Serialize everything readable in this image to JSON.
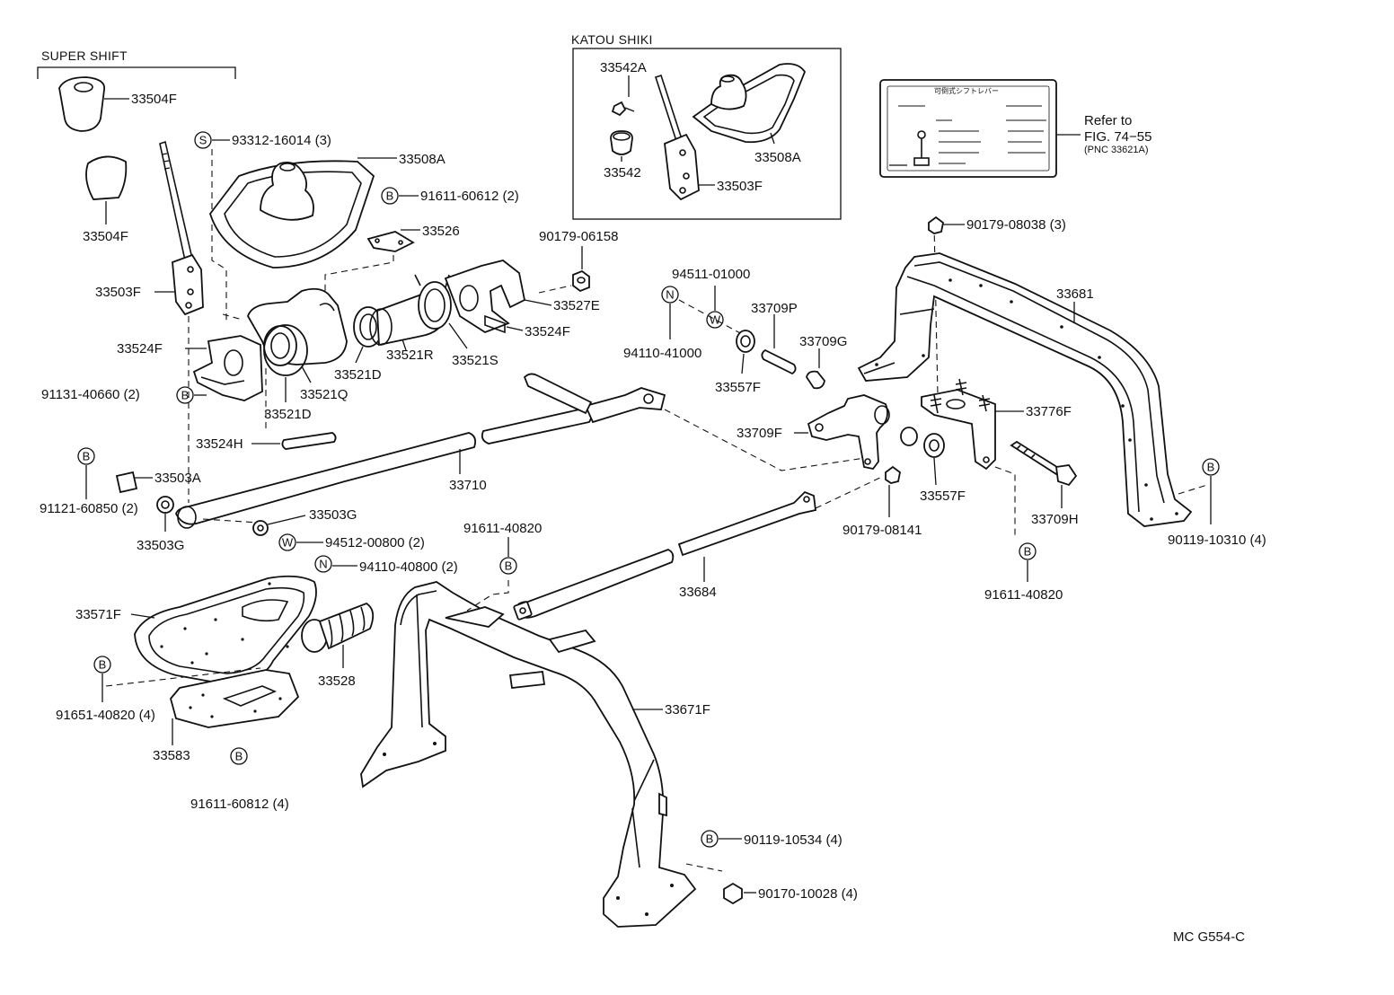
{
  "sections": {
    "super_shift": "SUPER SHIFT",
    "katou_shiki": "KATOU SHIKI"
  },
  "refer": {
    "line1": "Refer to",
    "line2": "FIG. 74−55",
    "line3": "(PNC 33621A)"
  },
  "label_plate_title": "可倒式シフトレバー",
  "diagram_code": "MC G554-C",
  "symbols": {
    "b": "B",
    "s": "S",
    "n": "N",
    "w": "W"
  },
  "parts": {
    "p33504F_a": "33504F",
    "p33504F_b": "33504F",
    "p93312": "93312-16014 (3)",
    "p33508A": "33508A",
    "p91611_60612": "91611-60612 (2)",
    "p33526": "33526",
    "p33503F": "33503F",
    "p33524F_l": "33524F",
    "p91131": "91131-40660 (2)",
    "p33521D_a": "33521D",
    "p33521Q": "33521Q",
    "p33521D_b": "33521D",
    "p33521R": "33521R",
    "p33521S": "33521S",
    "p33524F_r": "33524F",
    "p33527E": "33527E",
    "p90179_06158": "90179-06158",
    "p33524H": "33524H",
    "p33503A": "33503A",
    "p91121": "91121-60850 (2)",
    "p33710": "33710",
    "p33503G_a": "33503G",
    "p33503G_b": "33503G",
    "p94512": "94512-00800 (2)",
    "p94110_40800": "94110-40800 (2)",
    "p91611_40820_a": "91611-40820",
    "p33571F": "33571F",
    "p33528": "33528",
    "p91651": "91651-40820 (4)",
    "p33583": "33583",
    "p91611_60812": "91611-60812 (4)",
    "p33684": "33684",
    "p33671F": "33671F",
    "p90119_10534": "90119-10534 (4)",
    "p90170": "90170-10028 (4)",
    "p33542A": "33542A",
    "p33542": "33542",
    "p33503F_k": "33503F",
    "p33508A_k": "33508A",
    "p94511": "94511-01000",
    "p94110_41000": "94110-41000",
    "p33709P": "33709P",
    "p33709G": "33709G",
    "p33557F_a": "33557F",
    "p33709F": "33709F",
    "p33557F_b": "33557F",
    "p90179_08141": "90179-08141",
    "p33776F": "33776F",
    "p33709H": "33709H",
    "p91611_40820_b": "91611-40820",
    "p90179_08038": "90179-08038 (3)",
    "p33681": "33681",
    "p90119_10310": "90119-10310 (4)"
  }
}
